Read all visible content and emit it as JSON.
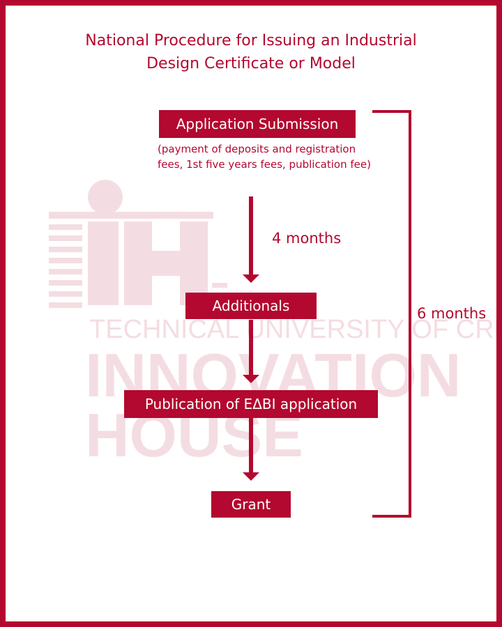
{
  "title": {
    "line1": "National Procedure for Issuing an Industrial",
    "line2": "Design Certificate or Model"
  },
  "steps": [
    {
      "label": "Application Submission",
      "note": "(payment of deposits and registration fees, 1st five years fees, publication fee)"
    },
    {
      "label": "Additionals"
    },
    {
      "label": "Publication of ΕΔΒΙ application"
    },
    {
      "label": "Grant"
    }
  ],
  "durations": {
    "first_step": "4 months",
    "total": "6 months"
  },
  "watermark": {
    "line1": "TECHNICAL UNIVERSITY OF CRETE",
    "line2": "INNOVATION",
    "line3": "HOUSE"
  },
  "colors": {
    "accent": "#b3082f",
    "watermark": "#f4dde2"
  }
}
